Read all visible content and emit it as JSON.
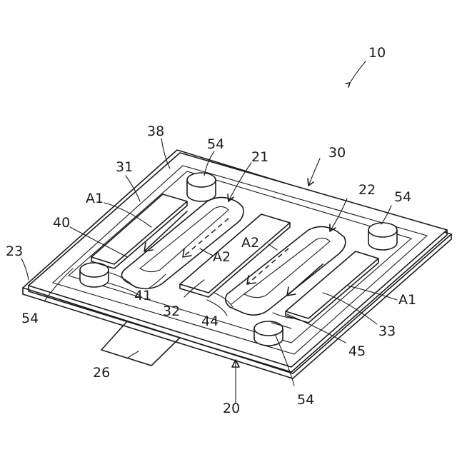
{
  "labels": {
    "l10": "10",
    "l38": "38",
    "l54a": "54",
    "l21": "21",
    "l30": "30",
    "l31": "31",
    "l22": "22",
    "l54b": "54",
    "lA1a": "A1",
    "l40": "40",
    "lA2a": "A2",
    "lA2b": "A2",
    "l23": "23",
    "lA1b": "A1",
    "l41": "41",
    "l32": "32",
    "l44": "44",
    "l54c": "54",
    "l33": "33",
    "l45": "45",
    "l26": "26",
    "l54d": "54",
    "l20": "20"
  }
}
